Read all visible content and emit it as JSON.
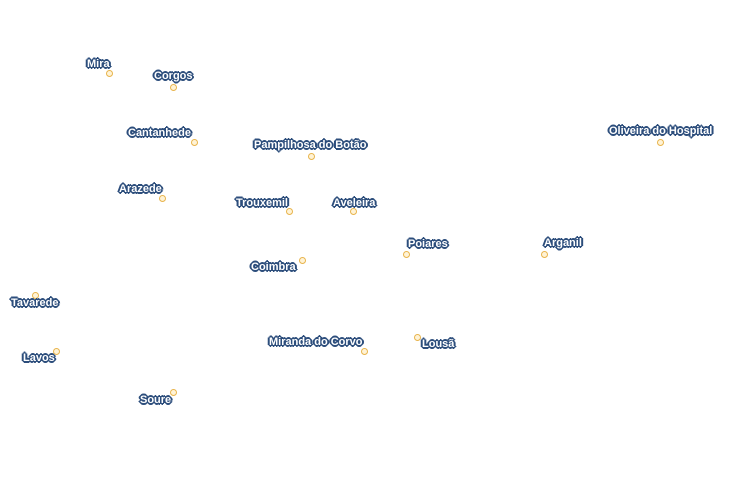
{
  "colors": {
    "label_text": "#ffffff",
    "label_halo": "#2d4e7c",
    "marker_fill": "#fff3d6",
    "marker_stroke": "#e8b44c",
    "background": "#ffffff"
  },
  "places": [
    {
      "name": "Mira"
    },
    {
      "name": "Corgos"
    },
    {
      "name": "Cantanhede"
    },
    {
      "name": "Pampilhosa do Botão"
    },
    {
      "name": "Oliveira do Hospital"
    },
    {
      "name": "Arazede"
    },
    {
      "name": "Trouxemil"
    },
    {
      "name": "Aveleira"
    },
    {
      "name": "Poiares"
    },
    {
      "name": "Arganil"
    },
    {
      "name": "Coimbra"
    },
    {
      "name": "Tavarede"
    },
    {
      "name": "Miranda do Corvo"
    },
    {
      "name": "Lousã"
    },
    {
      "name": "Lavos"
    },
    {
      "name": "Soure"
    }
  ]
}
